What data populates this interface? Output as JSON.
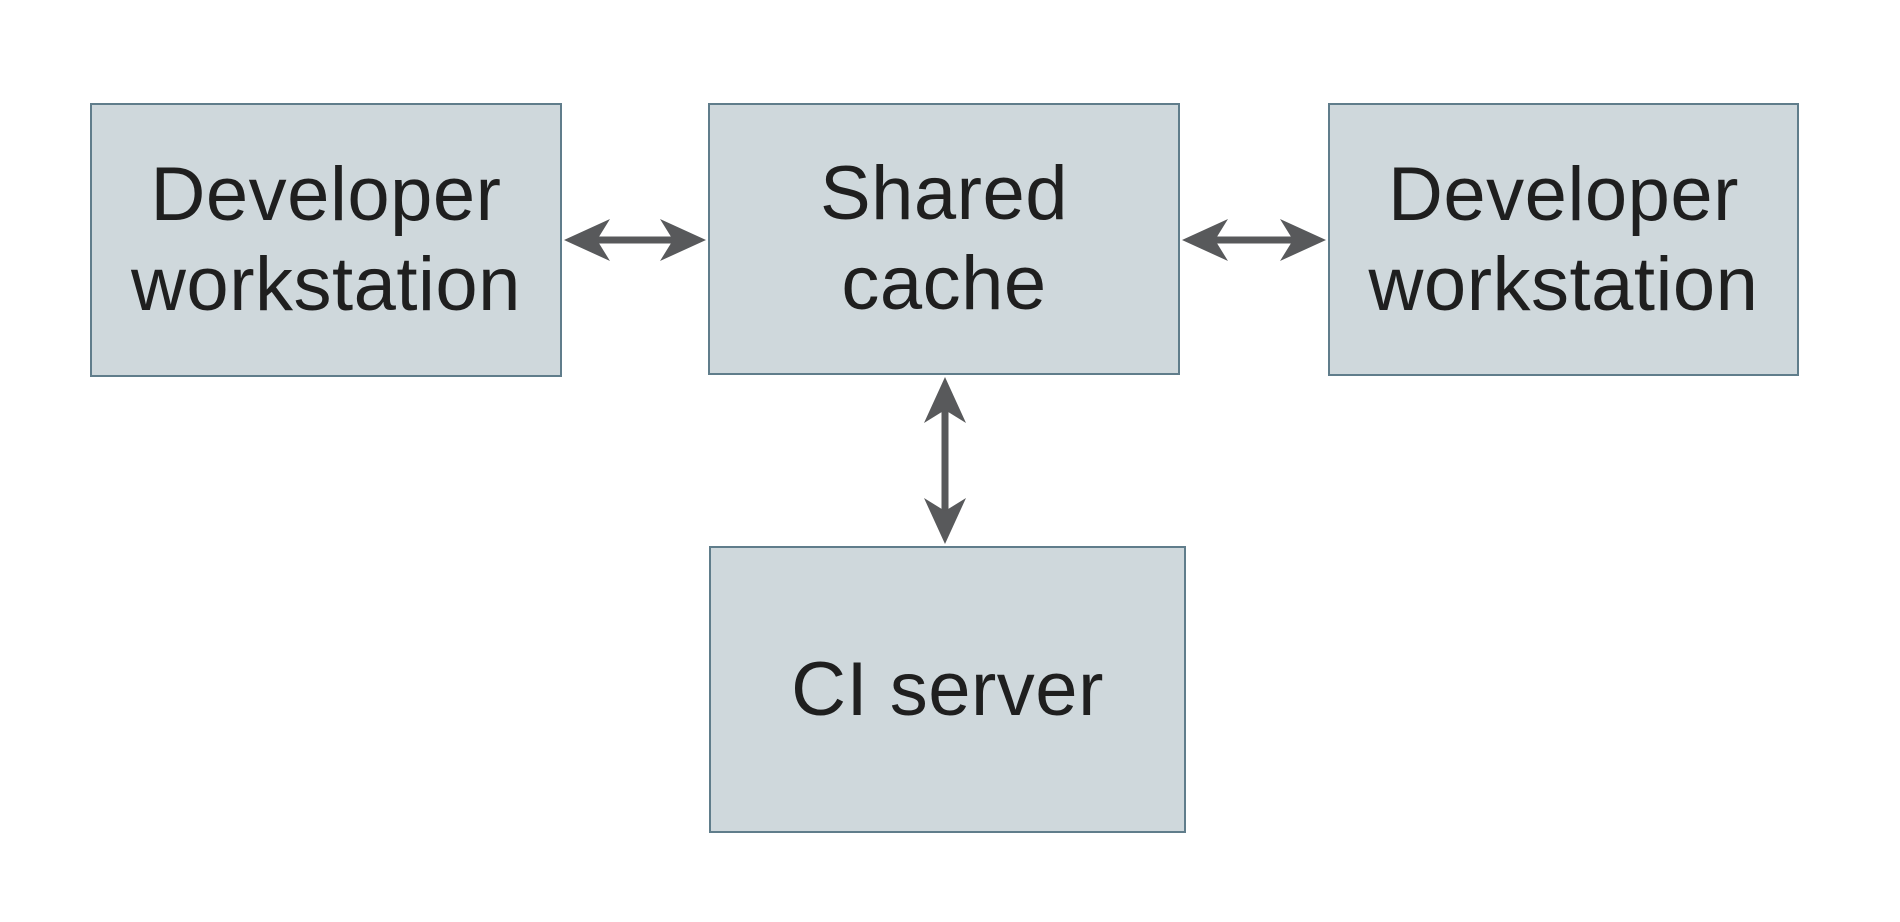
{
  "diagram": {
    "nodes": [
      {
        "id": "developer-workstation-left",
        "label": "Developer\nworkstation"
      },
      {
        "id": "shared-cache",
        "label": "Shared\ncache"
      },
      {
        "id": "developer-workstation-right",
        "label": "Developer\nworkstation"
      },
      {
        "id": "ci-server",
        "label": "CI server"
      }
    ],
    "edges": [
      {
        "from": "developer-workstation-left",
        "to": "shared-cache",
        "direction": "bidirectional"
      },
      {
        "from": "shared-cache",
        "to": "developer-workstation-right",
        "direction": "bidirectional"
      },
      {
        "from": "shared-cache",
        "to": "ci-server",
        "direction": "bidirectional"
      }
    ],
    "colors": {
      "node_fill": "#cfd8dc",
      "node_border": "#607d8b",
      "arrow": "#58595b",
      "text": "#1f1f1f",
      "background": "#ffffff"
    }
  }
}
